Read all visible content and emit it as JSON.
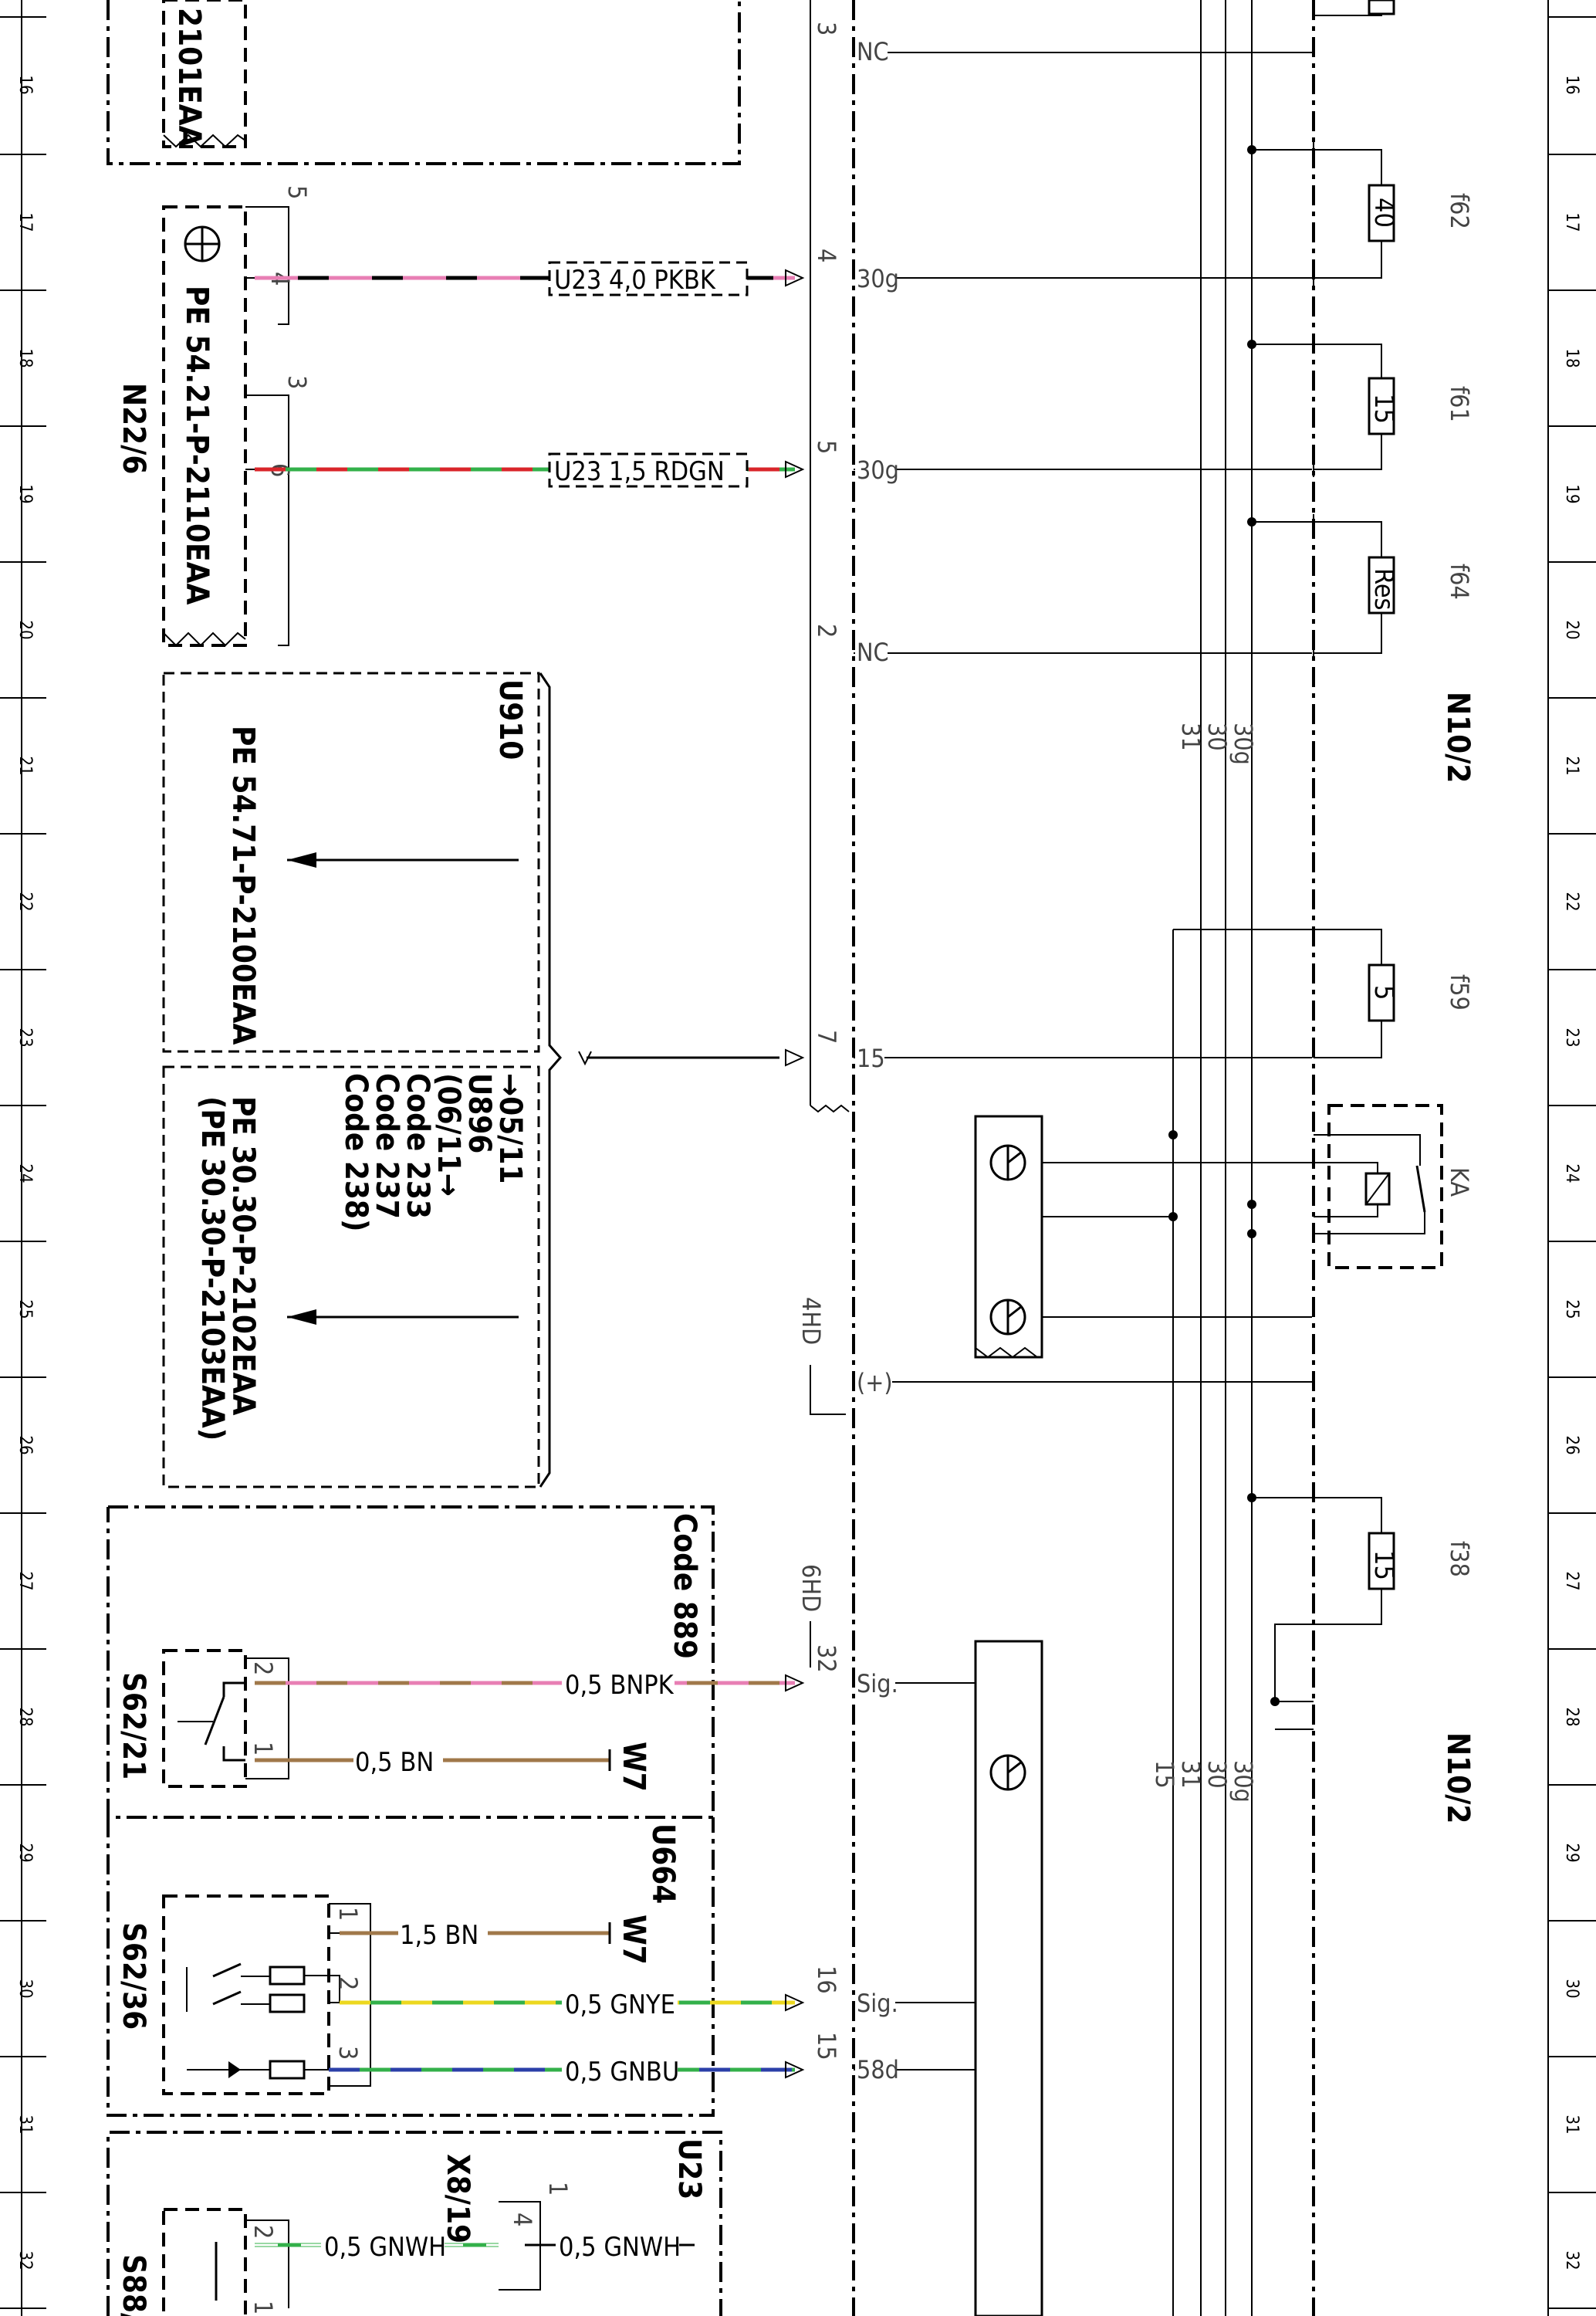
{
  "row_numbers": [
    "16",
    "17",
    "18",
    "19",
    "20",
    "21",
    "22",
    "23",
    "24",
    "25",
    "26",
    "27",
    "28",
    "29",
    "30",
    "31",
    "32"
  ],
  "components": {
    "top_ref": "2101EAA",
    "n22": {
      "designation": "N22/6",
      "reference": "PE 54.21-P-2110EAA",
      "pins": [
        "4",
        "5",
        "6",
        "3"
      ]
    },
    "u910": {
      "code": "U910",
      "reference": "PE 54.71-P-2100EAA"
    },
    "u896": {
      "lines": [
        "→05/11",
        "U896",
        "(06/11→",
        "Code 233",
        "Code 237",
        "Code 238)"
      ],
      "ref1": "PE 30.30-P-2102EAA",
      "ref2": "(PE 30.30-P-2103EAA)"
    },
    "code889": {
      "code": "Code 889"
    },
    "s62_21": {
      "designation": "S62/21",
      "pins": [
        "2",
        "1"
      ]
    },
    "u664": {
      "code": "U664"
    },
    "s62_36": {
      "designation": "S62/36",
      "pins": [
        "1",
        "2",
        "3"
      ]
    },
    "u23": {
      "code": "U23"
    },
    "x8_19": {
      "designation": "X8/19",
      "pins": [
        "1",
        "4"
      ]
    },
    "s88": {
      "designation": "S88/",
      "pins": [
        "2",
        "1"
      ]
    }
  },
  "wires": {
    "w_pkbk": "U23  4,0 PKBK",
    "w_rdgn": "U23  1,5 RDGN",
    "w_bnpk": "0,5 BNPK",
    "w_bn05": "0,5 BN",
    "w_bn15": "1,5 BN",
    "w_gnye": "0,5 GNYE",
    "w_gnbu": "0,5 GNBU",
    "w_gnwh1": "0,5 GNWH",
    "w_gnwh2": "0,5 GNWH",
    "ground": "W7"
  },
  "connector": {
    "pins": [
      "3",
      "4",
      "5",
      "2",
      "7",
      "32",
      "16",
      "15"
    ],
    "signals": [
      "NC",
      "30g",
      "30g",
      "NC",
      "15",
      "(+)",
      "Sig.",
      "Sig.",
      "58d"
    ],
    "labels": [
      "4HD",
      "6HD"
    ]
  },
  "fuses": {
    "f62": {
      "name": "f62",
      "rating": "40"
    },
    "f61": {
      "name": "f61",
      "rating": "15"
    },
    "f64": {
      "name": "f64",
      "rating": "Res"
    },
    "f59": {
      "name": "f59",
      "rating": "5"
    },
    "f38": {
      "name": "f38",
      "rating": "15"
    },
    "relay": "KA"
  },
  "bus": {
    "upper": [
      "31",
      "30",
      "30g"
    ],
    "lower": [
      "15",
      "31",
      "30",
      "30g"
    ],
    "module": "N10/2"
  },
  "colors": {
    "pink": "#e87fb4",
    "red": "#d9252a",
    "green": "#33b04a",
    "brown": "#a0784a",
    "yellow": "#ecd81f",
    "blue": "#2b3fa8",
    "white": "#ffffff"
  }
}
